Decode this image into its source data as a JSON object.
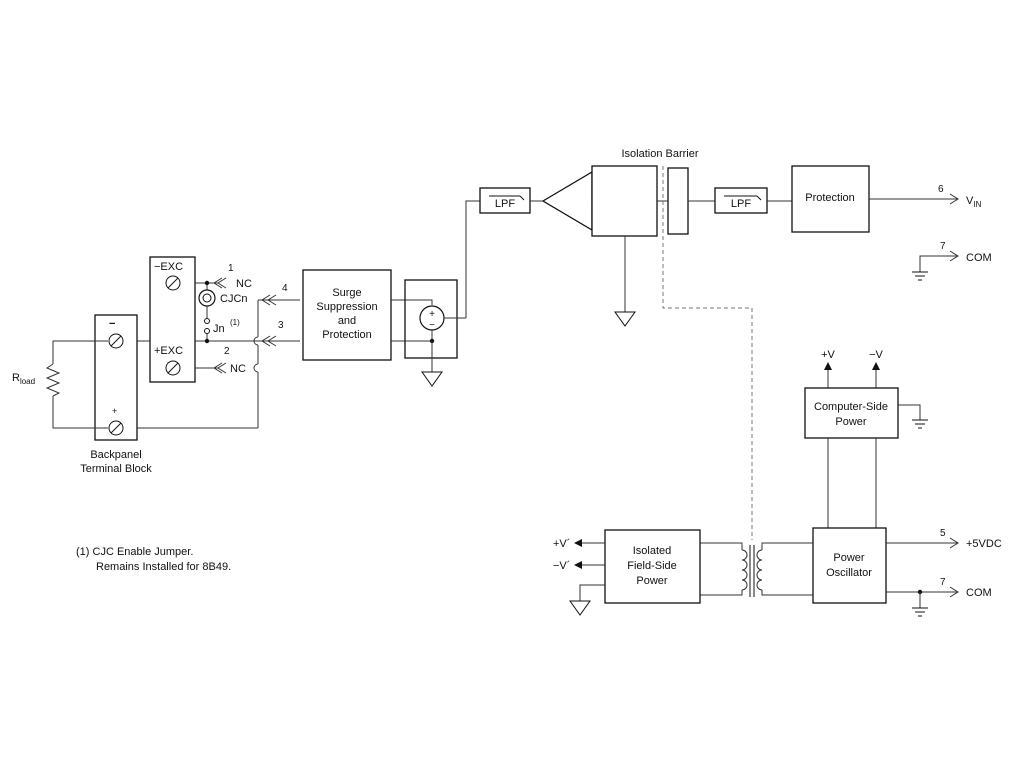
{
  "blocks": {
    "isolation_barrier": "Isolation Barrier",
    "lpf": "LPF",
    "protection": "Protection",
    "surge": [
      "Surge",
      "Suppression",
      "and",
      "Protection"
    ],
    "computer_power": [
      "Computer-Side",
      "Power"
    ],
    "field_power": [
      "Isolated",
      "Field-Side",
      "Power"
    ],
    "power_osc": [
      "Power",
      "Oscillator"
    ]
  },
  "terminal_block": {
    "minus": "−",
    "plus": "+",
    "caption": [
      "Backpanel",
      "Terminal Block"
    ]
  },
  "load": {
    "r": "R",
    "sub": "load"
  },
  "exc": {
    "minus": "−EXC",
    "plus": "+EXC"
  },
  "sensor": {
    "cjc": "CJCn",
    "jn": "Jn",
    "note_ref": "(1)"
  },
  "pins": {
    "p1": "1",
    "p2": "2",
    "p3": "3",
    "p4": "4",
    "p5": "5",
    "p6": "6",
    "p7a": "7",
    "p7b": "7",
    "nc1": "NC",
    "nc2": "NC"
  },
  "outputs": {
    "vin": "V",
    "vin_sub": "IN",
    "com1": "COM",
    "com2": "COM",
    "plus5": "+5VDC",
    "plus_v": "+V",
    "minus_v": "−V",
    "field_plus": "+V´",
    "field_minus": "−V´"
  },
  "footnote": [
    "(1) CJC Enable Jumper.",
    "Remains Installed for 8B49."
  ]
}
